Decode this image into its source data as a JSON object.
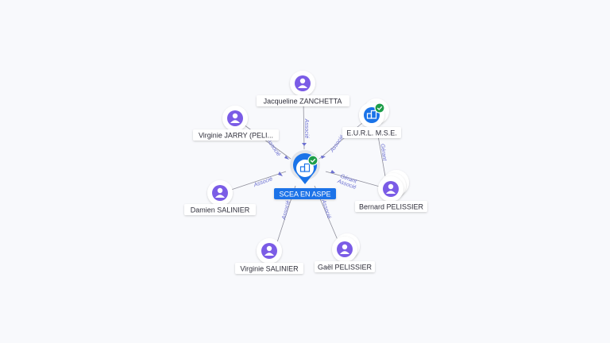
{
  "center": {
    "label": "SCEA EN ASPE",
    "icon": "building-icon",
    "verified": true
  },
  "nodes": [
    {
      "id": "jz",
      "label": "Jacqueline ZANCHETTA",
      "icon": "person-icon",
      "relation": "Associé"
    },
    {
      "id": "eurl",
      "label": "E.U.R.L. M.S.E.",
      "icon": "building-icon",
      "verified": true,
      "relation": "Associé"
    },
    {
      "id": "vj",
      "label": "Virginie JARRY (PELI...",
      "icon": "person-icon",
      "relation": "Associé"
    },
    {
      "id": "ds",
      "label": "Damien SALINIER",
      "icon": "person-icon",
      "relation": "Associé"
    },
    {
      "id": "bp",
      "label": "Bernard PELISSIER",
      "icon": "person-icon",
      "relation": "Gérant",
      "relation2": "Associé"
    },
    {
      "id": "vs",
      "label": "Virginie SALINIER",
      "icon": "person-icon",
      "relation": "Associé"
    },
    {
      "id": "gp",
      "label": "Gaël PELISSIER",
      "icon": "person-icon",
      "relation": "Associé"
    }
  ],
  "extra_edges": [
    {
      "from": "bp",
      "to": "eurl",
      "label": "Gérant"
    }
  ],
  "colors": {
    "person": "#7b5ce6",
    "company": "#1a73e8",
    "verified": "#1e9e4a",
    "edge": "#8e8e9a",
    "edge_label": "#6b6fd1",
    "label_bg": "#ffffff"
  }
}
